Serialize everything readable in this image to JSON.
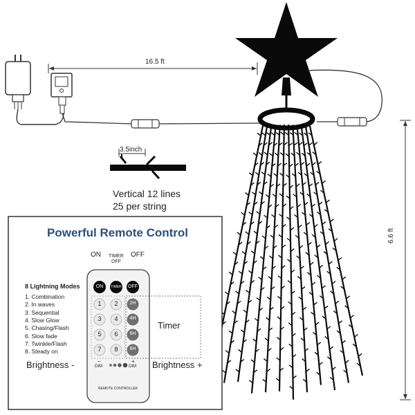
{
  "product": {
    "length_label": "16.5 ft",
    "height_label": "6.6 ft",
    "bulb_spacing_label": "3.5inch",
    "lines_label": "Vertical 12 lines",
    "per_string_label": "25 per string"
  },
  "remote_panel": {
    "title": "Powerful Remote Control",
    "on_label": "ON",
    "timer_off_label_1": "TIMER",
    "timer_off_label_2": "OFF",
    "off_label": "OFF",
    "btn_on": "ON",
    "btn_timer": "TIMER",
    "btn_off": "OFF",
    "num_buttons": [
      "1",
      "2",
      "3",
      "4",
      "5",
      "6",
      "7",
      "8"
    ],
    "timer_buttons": [
      "2H",
      "4H",
      "6H",
      "8H"
    ],
    "dim_minus_1": "−",
    "dim_minus_2": "DIM",
    "dim_plus_1": "+",
    "dim_plus_2": "DIM",
    "remote_brand": "REMOTE CONTROLLER",
    "timer_label": "Timer",
    "brightness_minus": "Brightness -",
    "brightness_plus": "Brightness +",
    "modes_title": "8 Lightning Modes",
    "modes": [
      "1. Combination",
      "2. In waves",
      "3. Sequential",
      "4. Slow Glow",
      "5. Chasing/Flash",
      "6. Slow fade",
      "7. Twinkle/Flash",
      "8. Steady on"
    ]
  },
  "colors": {
    "title_blue": "#2a4f7c",
    "black": "#111111",
    "panel_border": "#333333",
    "remote_body": "#f3f3f3",
    "timer_btn": "#6f6f6f"
  }
}
